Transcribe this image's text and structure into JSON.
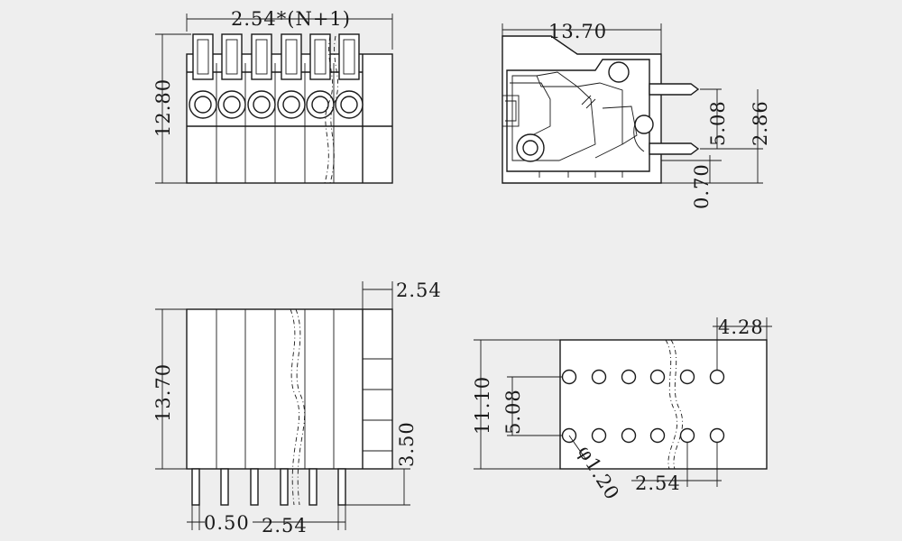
{
  "dimensions": {
    "pitch_formula": "2.54*(N+1)",
    "height_front": "12.80",
    "depth_side": "13.70",
    "pin_offset_side": "5.08",
    "pin_height_side": "2.86",
    "pin_base_side": "0.70",
    "end_pitch_bottom": "2.54",
    "height_bottom": "13.70",
    "pin_length_bottom": "3.50",
    "pin_width_bottom": "0.50",
    "pin_pitch_bottom": "2.54",
    "pcb_end_offset": "4.28",
    "pcb_depth": "11.10",
    "pcb_row_spacing": "5.08",
    "pcb_hole_diameter": "φ1.20",
    "pcb_pitch": "2.54"
  },
  "colors": {
    "background": "#eeeeee",
    "line": "#1a1a1a",
    "fill": "#ffffff"
  }
}
